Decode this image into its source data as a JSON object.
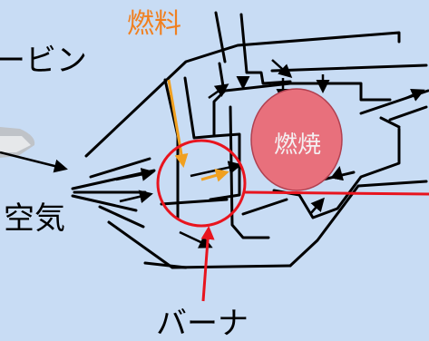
{
  "labels": {
    "turbine_partial": "ービン",
    "fuel": "燃料",
    "air": "空気",
    "combustion": "燃焼",
    "burner": "バーナ"
  },
  "colors": {
    "background": "#c8dcf4",
    "structure": "#000000",
    "fuel_arrow": "#f0a020",
    "fuel_text": "#f08020",
    "combustion_fill": "#e8707c",
    "combustion_stroke": "#b04050",
    "highlight_red": "#e8141e"
  }
}
